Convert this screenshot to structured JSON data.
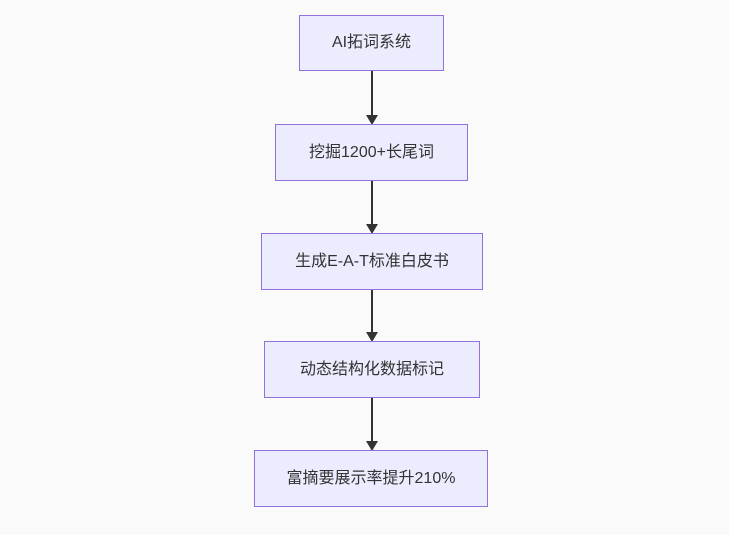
{
  "diagram": {
    "type": "flowchart",
    "direction": "top-down",
    "nodes": [
      {
        "id": "node-1",
        "label": "AI拓词系统"
      },
      {
        "id": "node-2",
        "label": "挖掘1200+长尾词"
      },
      {
        "id": "node-3",
        "label": "生成E-A-T标准白皮书"
      },
      {
        "id": "node-4",
        "label": "动态结构化数据标记"
      },
      {
        "id": "node-5",
        "label": "富摘要展示率提升210%"
      }
    ],
    "edges": [
      {
        "from": "node-1",
        "to": "node-2"
      },
      {
        "from": "node-2",
        "to": "node-3"
      },
      {
        "from": "node-3",
        "to": "node-4"
      },
      {
        "from": "node-4",
        "to": "node-5"
      }
    ],
    "colors": {
      "node_fill": "#ECECFF",
      "node_border": "#9370DB",
      "arrow": "#333333",
      "text": "#333333",
      "background": "#FAFAFA"
    }
  }
}
